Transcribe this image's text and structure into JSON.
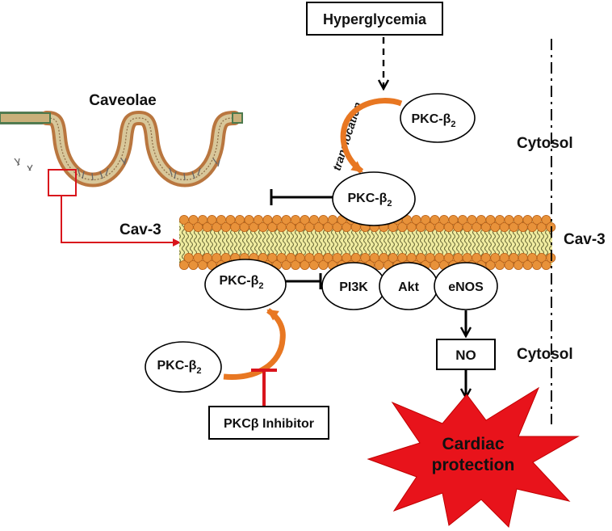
{
  "labels": {
    "hyperglycemia": "Hyperglycemia",
    "caveolae": "Caveolae",
    "translocation": "translocation",
    "cytosol_top": "Cytosol",
    "cytosol_bottom": "Cytosol",
    "cav3_left": "Cav-3",
    "cav3_right": "Cav-3",
    "pkc_prefix": "PKC-β",
    "pkc_subscript": "2",
    "pi3k": "PI3K",
    "akt": "Akt",
    "enos": "eNOS",
    "no": "NO",
    "inhibitor": "PKCβ Inhibitor",
    "cardiac_line1": "Cardiac",
    "cardiac_line2": "protection"
  },
  "colors": {
    "orange_arrow": "#e87722",
    "red_inhibit": "#d9141c",
    "burst_fill": "#e8131b",
    "membrane_head": "#e8923a",
    "membrane_tail": "#e6e08a",
    "black": "#000000"
  }
}
